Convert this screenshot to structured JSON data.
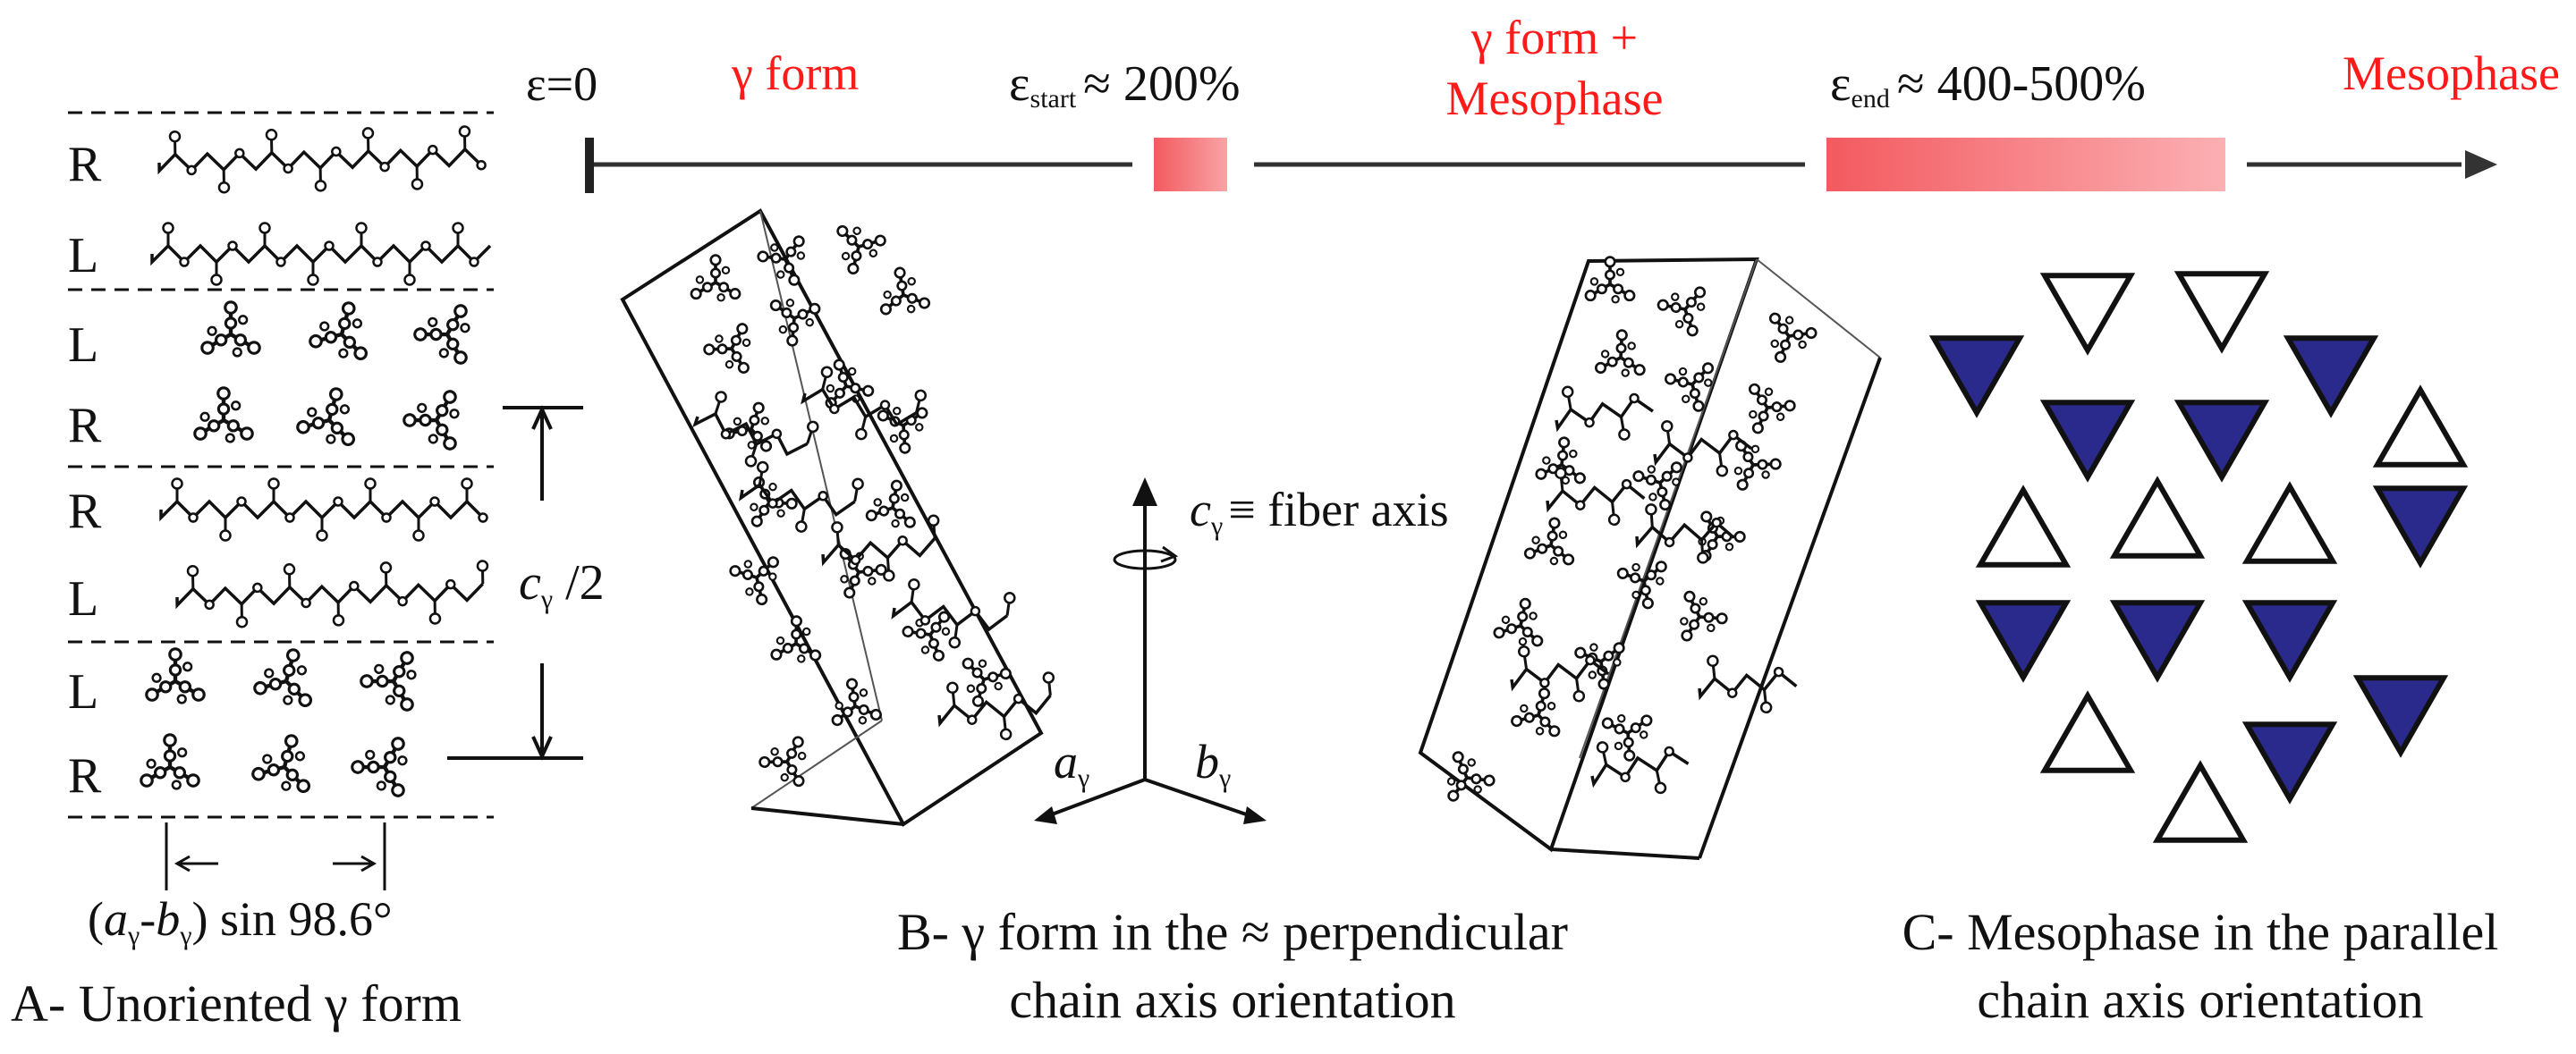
{
  "timeline": {
    "strain_zero": "ε=0",
    "gamma_form": "γ form",
    "eps_start_symbol": "ε",
    "eps_start_sub": "start",
    "eps_start_value": "≈ 200%",
    "mixed_line1": "γ form +",
    "mixed_line2": "Mesophase",
    "eps_end_symbol": "ε",
    "eps_end_sub": "end",
    "eps_end_value": "≈ 400-500%",
    "mesophase": "Mesophase",
    "accent_color": "#ff1a1a"
  },
  "panel_a": {
    "layers": [
      "R",
      "L",
      "L",
      "R",
      "R",
      "L",
      "L",
      "R"
    ],
    "c_half_symbol": "c",
    "c_half_sub": "γ",
    "c_half_suffix": " /2",
    "width_open": "(",
    "width_a": "a",
    "width_sub_a": "γ",
    "width_dash": "-",
    "width_b": "b",
    "width_sub_b": "γ",
    "width_close": ")",
    "width_suffix": " sin 98.6°",
    "caption": "A- Unoriented γ form"
  },
  "panel_b": {
    "axis_c_symbol": "c",
    "axis_c_sub": "γ",
    "axis_c_rest": "≡ fiber axis",
    "axis_a_symbol": "a",
    "axis_a_sub": "γ",
    "axis_b_symbol": "b",
    "axis_b_sub": "γ",
    "caption_line1": "B- γ form in the ≈ perpendicular",
    "caption_line2": "chain axis orientation"
  },
  "panel_c": {
    "filled_color": "#2a2a8c",
    "caption_line1": "C- Mesophase in the parallel",
    "caption_line2": "chain axis orientation"
  }
}
